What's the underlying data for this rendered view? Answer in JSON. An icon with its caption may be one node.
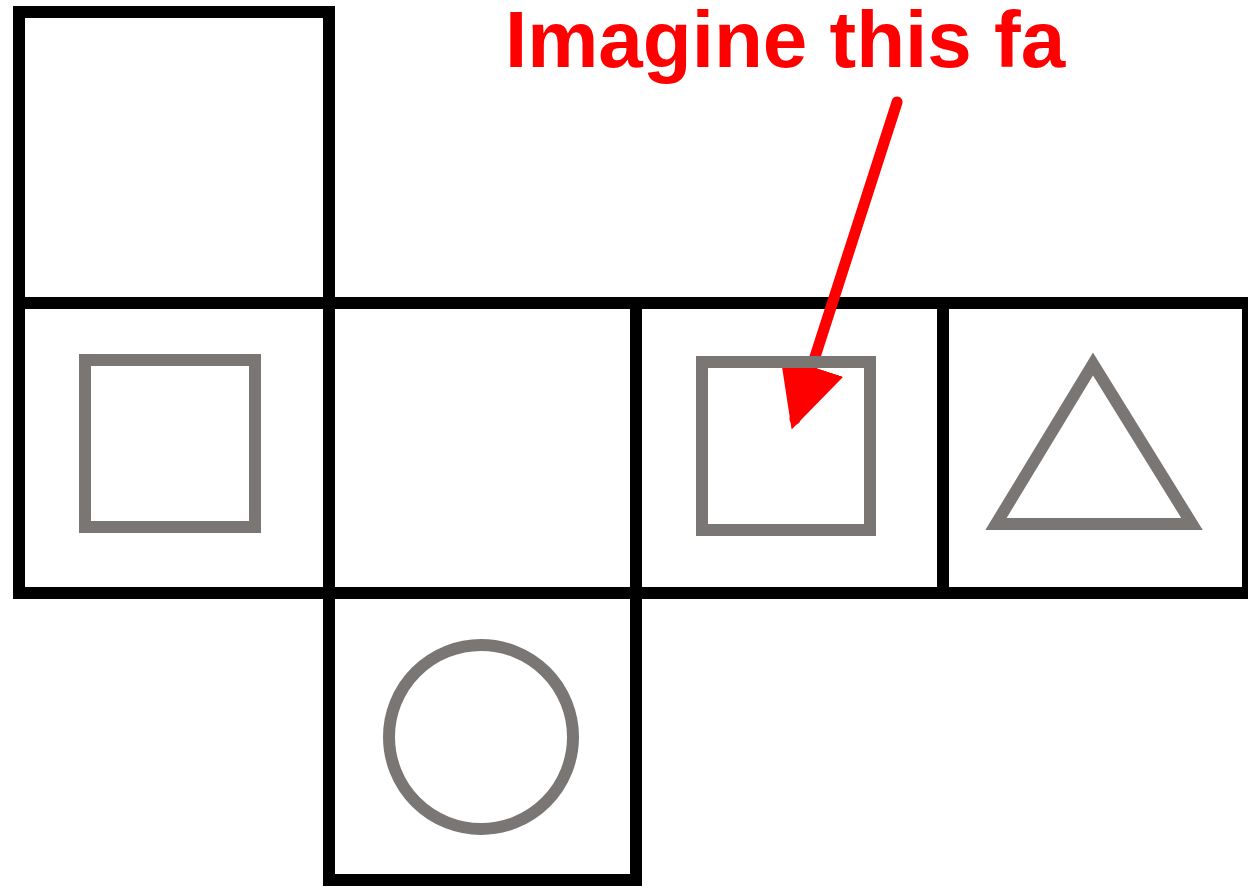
{
  "diagram": {
    "nodes": [
      {
        "text": [
          "Imagine this fa"
        ]
      },
      {
        "text": [],
        "shape": "box"
      }
    ],
    "edges": [
      {
        "from": 0,
        "to": 1,
        "arrow": "to"
      }
    ]
  }
}
